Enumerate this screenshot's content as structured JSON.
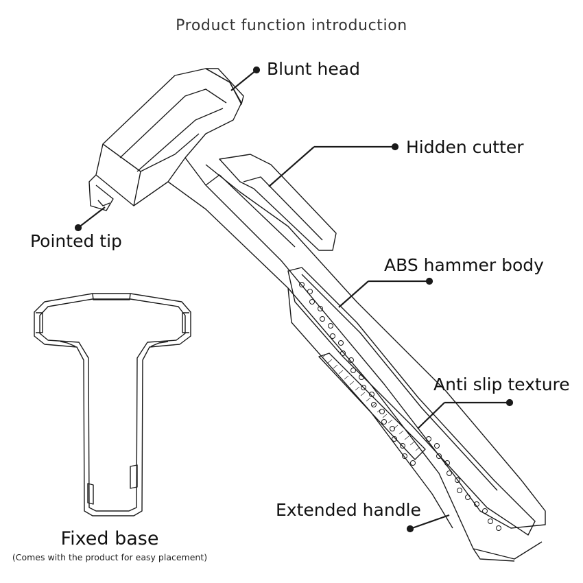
{
  "title": "Product function introduction",
  "callouts": {
    "blunt_head": "Blunt head",
    "hidden_cutter": "Hidden cutter",
    "pointed_tip": "Pointed tip",
    "abs_body": "ABS hammer body",
    "anti_slip": "Anti slip texture",
    "extended_handle": "Extended handle"
  },
  "base": {
    "title": "Fixed base",
    "note": "(Comes with the product for easy placement)"
  },
  "colors": {
    "line": "#1a1a1a",
    "text": "#111111"
  }
}
